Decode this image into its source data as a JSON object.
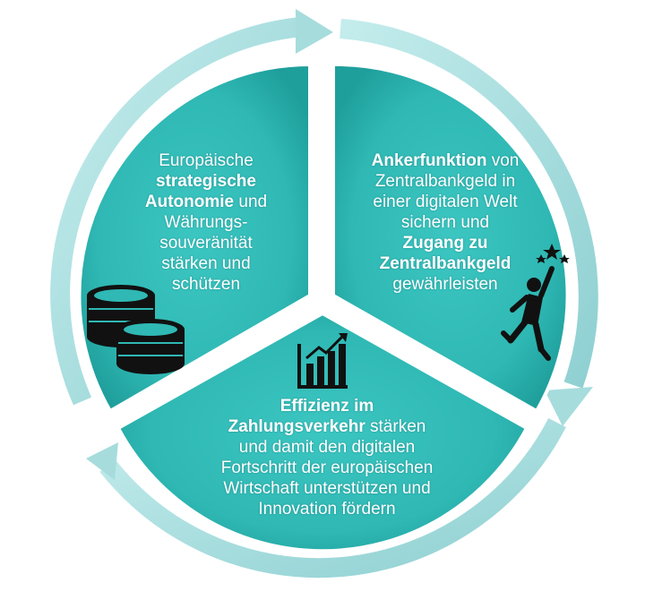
{
  "colors": {
    "segment_fill": "#2fb8b4",
    "segment_fill_dark": "#1a9995",
    "ring": "#a9dede",
    "ring_dark": "#7fc6c8",
    "icon": "#111111"
  },
  "segments": {
    "left": {
      "lines": [
        [
          {
            "t": "Europäische",
            "b": false
          }
        ],
        [
          {
            "t": "strategische",
            "b": true
          }
        ],
        [
          {
            "t": "Autonomie",
            "b": true
          },
          {
            "t": " und",
            "b": false
          }
        ],
        [
          {
            "t": "Währungs-",
            "b": false
          }
        ],
        [
          {
            "t": "souveränität",
            "b": false
          }
        ],
        [
          {
            "t": "stärken und",
            "b": false
          }
        ],
        [
          {
            "t": "schützen",
            "b": false
          }
        ]
      ],
      "icon": "coins-icon"
    },
    "right": {
      "lines": [
        [
          {
            "t": "Ankerfunktion",
            "b": true
          },
          {
            "t": " von",
            "b": false
          }
        ],
        [
          {
            "t": "Zentralbankgeld in",
            "b": false
          }
        ],
        [
          {
            "t": "einer digitalen Welt",
            "b": false
          }
        ],
        [
          {
            "t": "sichern und",
            "b": false
          }
        ],
        [
          {
            "t": "Zugang zu",
            "b": true
          }
        ],
        [
          {
            "t": "Zentralbankgeld",
            "b": true
          }
        ],
        [
          {
            "t": "gewährleisten",
            "b": false
          }
        ]
      ],
      "icon": "reaching-stars-person-icon"
    },
    "bottom": {
      "lines": [
        [
          {
            "t": "Effizienz im",
            "b": true
          }
        ],
        [
          {
            "t": "Zahlungsverkehr",
            "b": true
          },
          {
            "t": " stärken",
            "b": false
          }
        ],
        [
          {
            "t": "und damit den digitalen",
            "b": false
          }
        ],
        [
          {
            "t": "Fortschritt der europäischen",
            "b": false
          }
        ],
        [
          {
            "t": "Wirtschaft unterstützen und",
            "b": false
          }
        ],
        [
          {
            "t": "Innovation fördern",
            "b": false
          }
        ]
      ],
      "icon": "growth-chart-icon"
    }
  }
}
